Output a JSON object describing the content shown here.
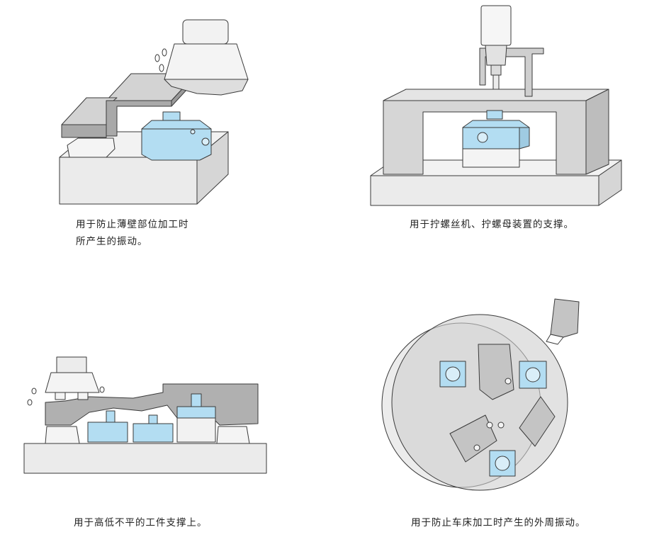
{
  "colors": {
    "blue": "#b3ddf2",
    "gray_dark": "#a9a9a9",
    "gray_mid": "#cfcfcf",
    "gray_light": "#ececec",
    "outline": "#3a3a3a"
  },
  "panels": [
    {
      "id": "thin-wall",
      "caption_lines": [
        "用于防止薄壁部位加工时",
        "所产生的振动。"
      ]
    },
    {
      "id": "screw-machine",
      "caption_lines": [
        "用于拧螺丝机、拧螺母装置的支撑。"
      ]
    },
    {
      "id": "uneven-workpiece",
      "caption_lines": [
        "用于高低不平的工件支撑上。"
      ]
    },
    {
      "id": "lathe",
      "caption_lines": [
        "用于防止车床加工时产生的外周振动。"
      ]
    }
  ]
}
